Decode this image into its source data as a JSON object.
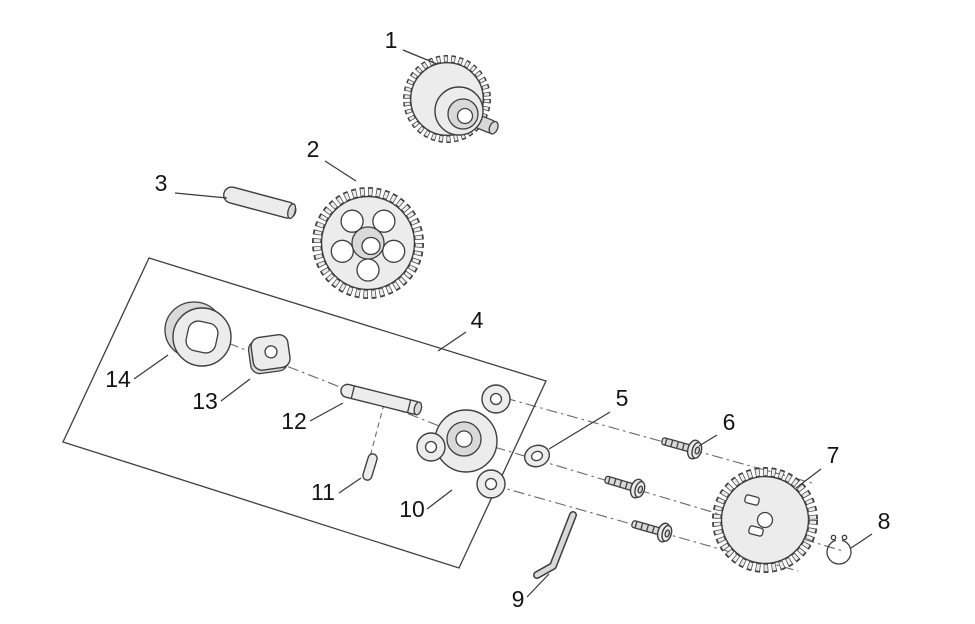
{
  "colors": {
    "background": "#ffffff",
    "ink": "#3f3f3f",
    "part_fill": "#ececec",
    "part_fill_dark": "#d9d9d9",
    "label": "#141414",
    "axis": "#6a6a6a",
    "leader": "#3a3a3a"
  },
  "diagram": {
    "callouts": [
      {
        "label": "1"
      },
      {
        "label": "2"
      },
      {
        "label": "3"
      },
      {
        "label": "4"
      },
      {
        "label": "5"
      },
      {
        "label": "6"
      },
      {
        "label": "7"
      },
      {
        "label": "8"
      },
      {
        "label": "9"
      },
      {
        "label": "10"
      },
      {
        "label": "11"
      },
      {
        "label": "12"
      },
      {
        "label": "13"
      },
      {
        "label": "14"
      }
    ]
  }
}
